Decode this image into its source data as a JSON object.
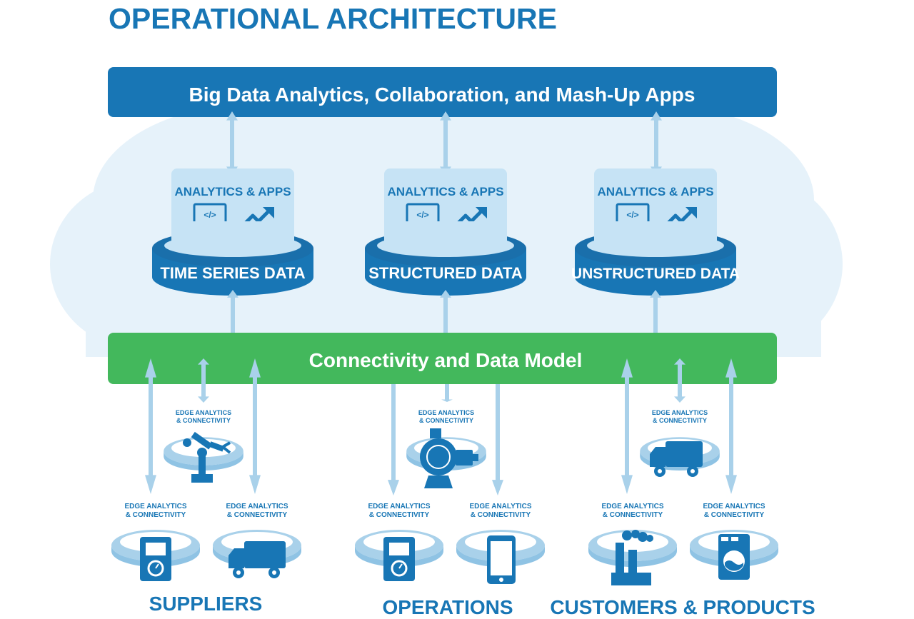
{
  "title": "OPERATIONAL ARCHITECTURE",
  "top_bar": {
    "label": "Big Data Analytics, Collaboration, and Mash-Up Apps"
  },
  "analytics_label": "ANALYTICS & APPS",
  "data_stores": [
    {
      "label": "TIME SERIES DATA"
    },
    {
      "label": "STRUCTURED DATA"
    },
    {
      "label": "UNSTRUCTURED DATA"
    }
  ],
  "connectivity_bar": {
    "label": "Connectivity and Data Model"
  },
  "edge_label_line1": "EDGE ANALYTICS",
  "edge_label_line2": "& CONNECTIVITY",
  "groups": [
    {
      "label": "SUPPLIERS"
    },
    {
      "label": "OPERATIONS"
    },
    {
      "label": "CUSTOMERS & PRODUCTS"
    }
  ],
  "colors": {
    "primary_blue": "#1876b5",
    "dark_blue": "#13679f",
    "green": "#43b85c",
    "cloud": "#e6f2fa",
    "light_blue": "#a9d1ea",
    "panel_blue": "#c6e3f5"
  },
  "icons": {
    "analytics": [
      "laptop-code-icon",
      "trend-up-icon"
    ],
    "edge_devices": [
      "robot-arm-icon",
      "pump-icon",
      "truck-icon",
      "meter-icon",
      "tablet-icon",
      "factory-icon",
      "washing-machine-icon"
    ]
  }
}
